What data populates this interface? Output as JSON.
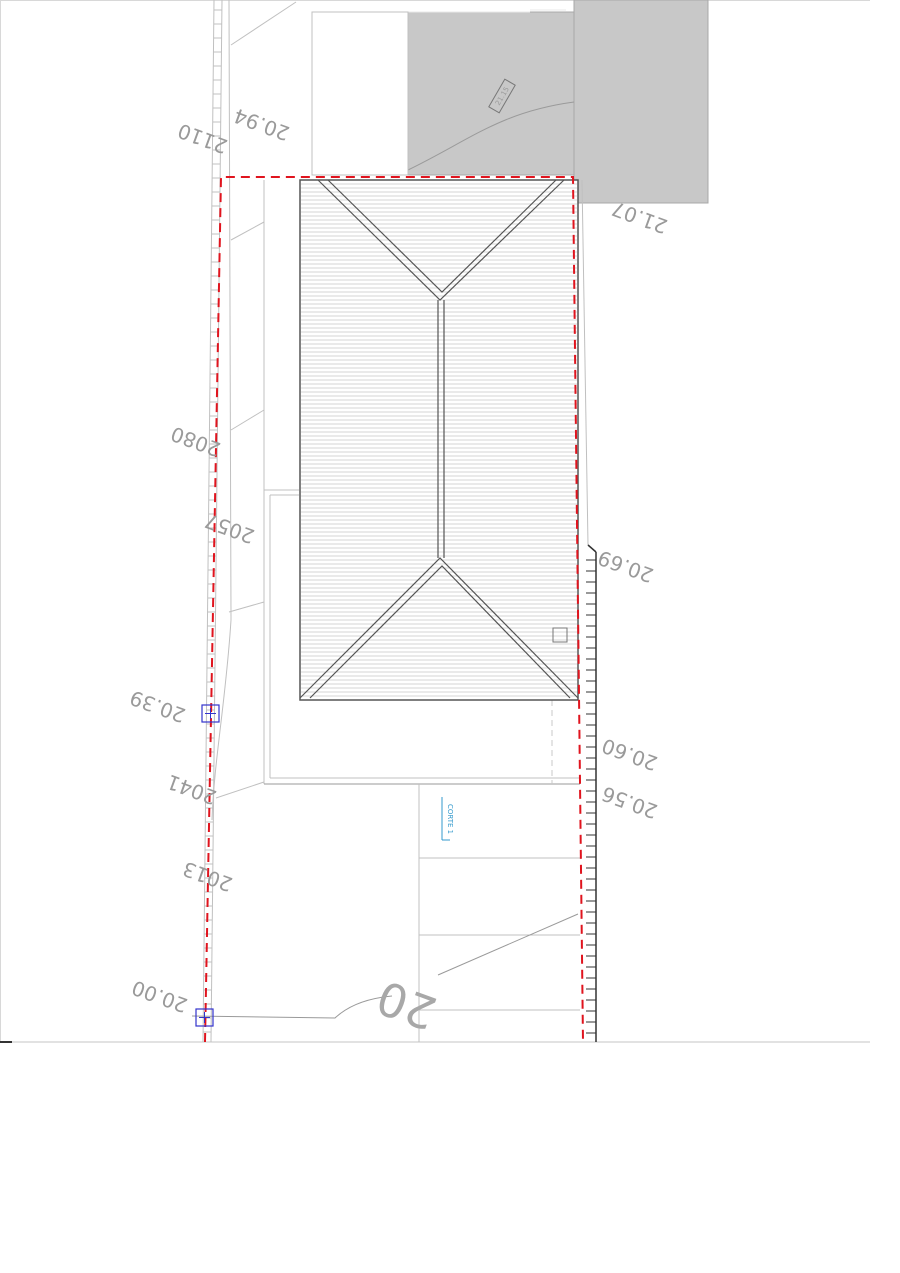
{
  "plan": {
    "elevation_labels": [
      "20.94",
      "2110",
      "21.07",
      "2080",
      "2057",
      "20.69",
      "20.39",
      "2041",
      "20.60",
      "20.56",
      "2013",
      "20.00"
    ],
    "contour_label": "20",
    "neighbor_tag": "21.15",
    "cut_label": "CORTE 1"
  },
  "colors": {
    "boundary": "#e0141e",
    "neighbor_building": "#c8c8c8",
    "survey_marker": "#3333cc",
    "cut_marker": "#3399cc"
  }
}
